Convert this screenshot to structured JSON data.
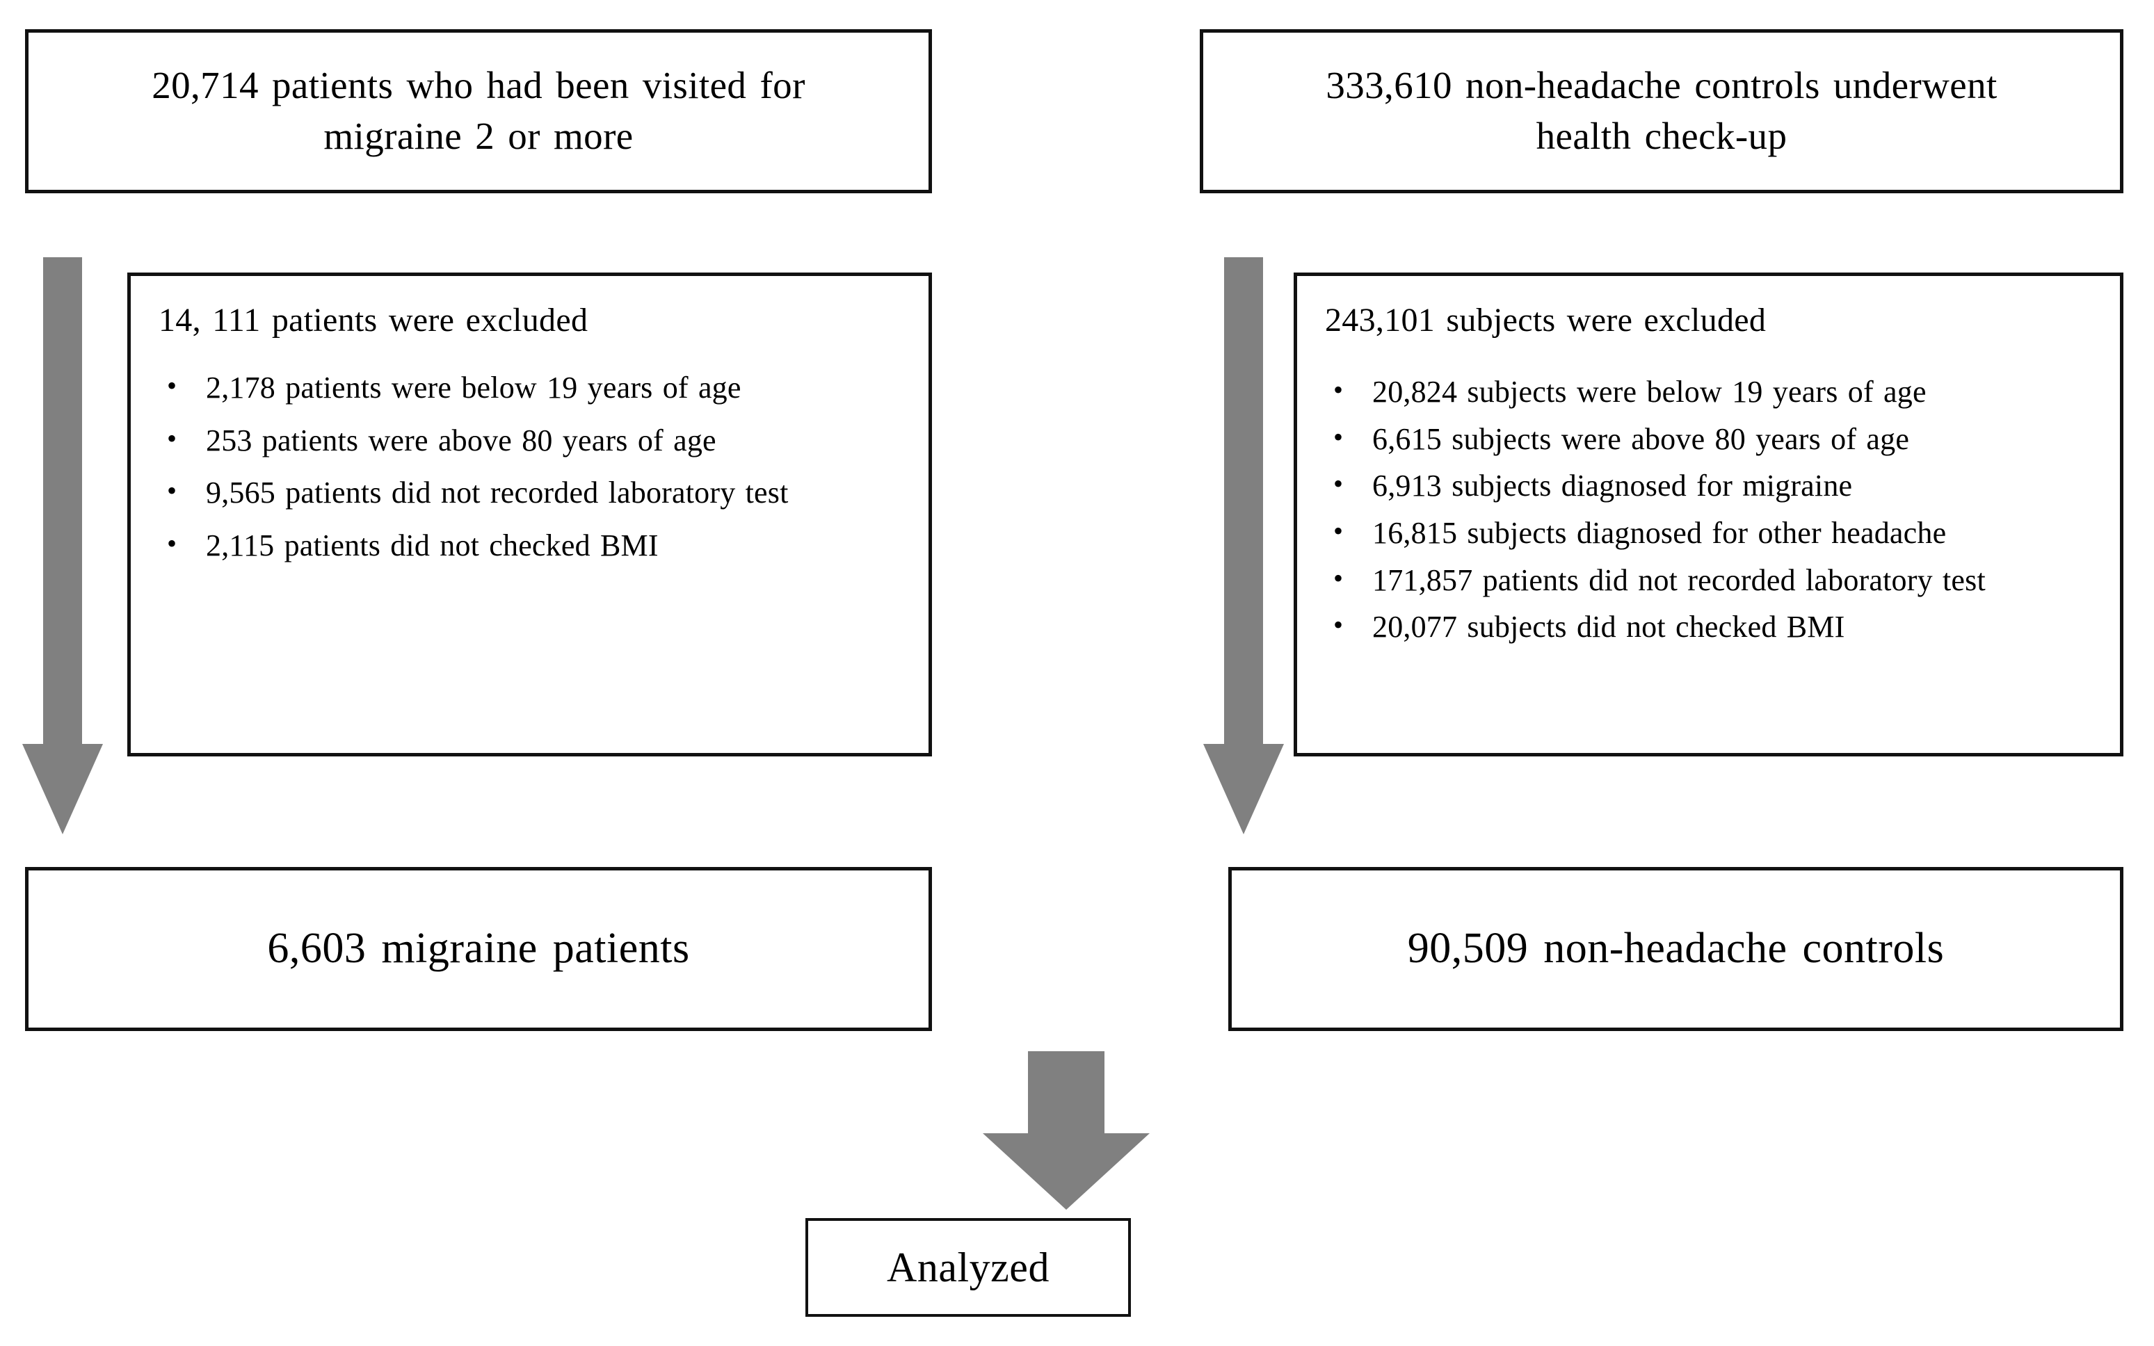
{
  "diagram": {
    "type": "study-flow-chart",
    "title": "Study population selection flow chart",
    "accent_arrow_color": "#808080",
    "border_color": "#111111",
    "background_color": "#ffffff"
  },
  "left_branch": {
    "source_box": {
      "label": "20,714 patients who had been visited for\nmigraine 2 or more",
      "count": "20,714"
    },
    "exclusion_box": {
      "title": "14, 111 patients were excluded",
      "count": "14, 111",
      "bullet_glyph": "•",
      "items": [
        "2,178 patients were below 19 years of age",
        "253 patients were above 80 years of age",
        "9,565 patients did not recorded laboratory test",
        "2,115 patients did not checked BMI"
      ]
    },
    "result_box": {
      "label": "6,603 migraine patients",
      "count": "6,603"
    },
    "arrow": "down-arrow-left"
  },
  "right_branch": {
    "source_box": {
      "label": "333,610 non-headache controls underwent\nhealth check-up",
      "count": "333,610"
    },
    "exclusion_box": {
      "title": "243,101 subjects were excluded",
      "count": "243,101",
      "bullet_glyph": "•",
      "items": [
        "20,824 subjects were below 19 years of age",
        "6,615 subjects were above 80 years of age",
        "6,913 subjects diagnosed for migraine",
        "16,815 subjects diagnosed for other headache",
        "171,857 patients did not recorded laboratory test",
        "20,077 subjects did not checked BMI"
      ]
    },
    "result_box": {
      "label": "90,509 non-headache controls",
      "count": "90,509"
    },
    "arrow": "down-arrow-right"
  },
  "final": {
    "arrow": "down-arrow-merge",
    "box": {
      "label": "Analyzed"
    }
  }
}
